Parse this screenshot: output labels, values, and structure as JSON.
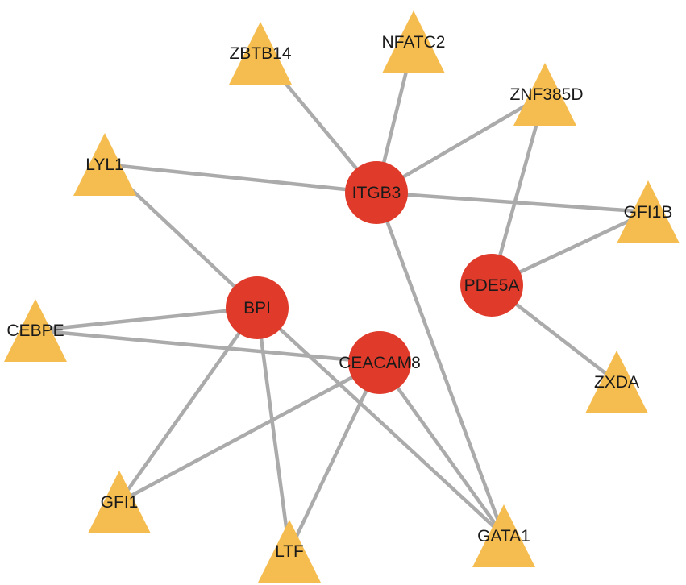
{
  "colors": {
    "hub_fill": "#e03b2a",
    "tf_fill": "#f5bd4f",
    "edge": "#ababab",
    "label": "#1a1a1a",
    "background": "#ffffff"
  },
  "legend": [
    {
      "shape": "circle",
      "color": "#e03b2a"
    },
    {
      "shape": "triangle",
      "color": "#f5bd4f"
    }
  ],
  "nodes": [
    {
      "id": "ITGB3",
      "label": "ITGB3",
      "kind": "hub"
    },
    {
      "id": "BPI",
      "label": "BPI",
      "kind": "hub"
    },
    {
      "id": "CEACAM8",
      "label": "CEACAM8",
      "kind": "hub"
    },
    {
      "id": "PDE5A",
      "label": "PDE5A",
      "kind": "hub"
    },
    {
      "id": "ZBTB14",
      "label": "ZBTB14",
      "kind": "tf"
    },
    {
      "id": "NFATC2",
      "label": "NFATC2",
      "kind": "tf"
    },
    {
      "id": "ZNF385D",
      "label": "ZNF385D",
      "kind": "tf"
    },
    {
      "id": "LYL1",
      "label": "LYL1",
      "kind": "tf"
    },
    {
      "id": "GFI1B",
      "label": "GFI1B",
      "kind": "tf"
    },
    {
      "id": "CEBPE",
      "label": "CEBPE",
      "kind": "tf"
    },
    {
      "id": "ZXDA",
      "label": "ZXDA",
      "kind": "tf"
    },
    {
      "id": "GFI1",
      "label": "GFI1",
      "kind": "tf"
    },
    {
      "id": "LTF",
      "label": "LTF",
      "kind": "tf"
    },
    {
      "id": "GATA1",
      "label": "GATA1",
      "kind": "tf"
    }
  ],
  "edges": [
    [
      "ITGB3",
      "ZBTB14"
    ],
    [
      "ITGB3",
      "NFATC2"
    ],
    [
      "ITGB3",
      "ZNF385D"
    ],
    [
      "ITGB3",
      "LYL1"
    ],
    [
      "ITGB3",
      "GFI1B"
    ],
    [
      "ITGB3",
      "GATA1"
    ],
    [
      "PDE5A",
      "ZNF385D"
    ],
    [
      "PDE5A",
      "GFI1B"
    ],
    [
      "PDE5A",
      "ZXDA"
    ],
    [
      "BPI",
      "LYL1"
    ],
    [
      "BPI",
      "CEBPE"
    ],
    [
      "BPI",
      "GFI1"
    ],
    [
      "BPI",
      "LTF"
    ],
    [
      "BPI",
      "GATA1"
    ],
    [
      "CEACAM8",
      "CEBPE"
    ],
    [
      "CEACAM8",
      "GFI1"
    ],
    [
      "CEACAM8",
      "LTF"
    ],
    [
      "CEACAM8",
      "GATA1"
    ]
  ]
}
